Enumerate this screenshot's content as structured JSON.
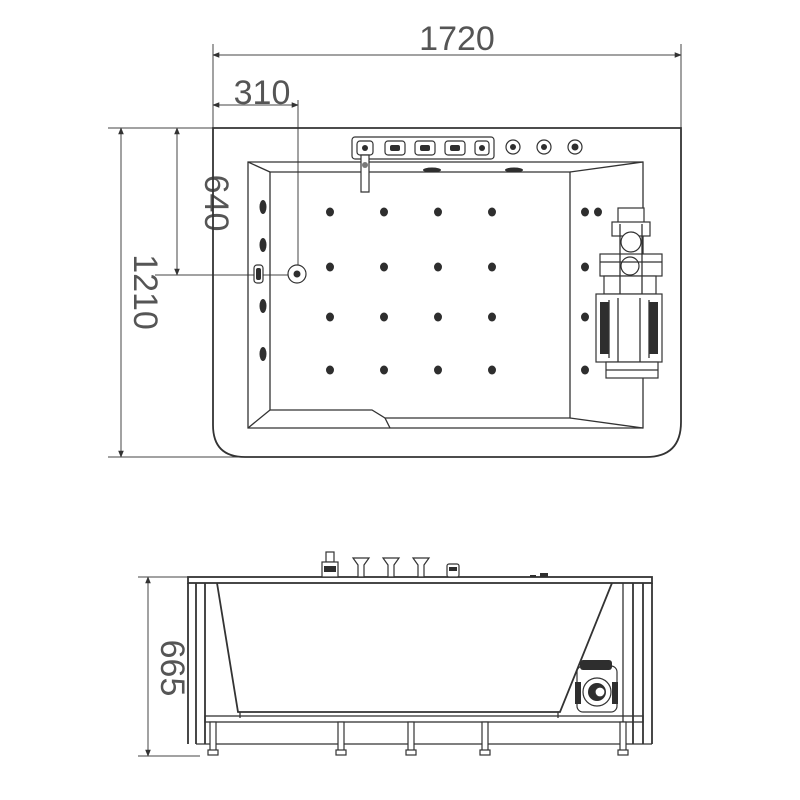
{
  "dimensions": {
    "overall_length": "1720",
    "drain_offset": "310",
    "drain_depth": "640",
    "overall_width": "1210",
    "height": "665"
  },
  "colors": {
    "line": "#333333",
    "dimension_text": "#555555",
    "background": "#ffffff"
  }
}
